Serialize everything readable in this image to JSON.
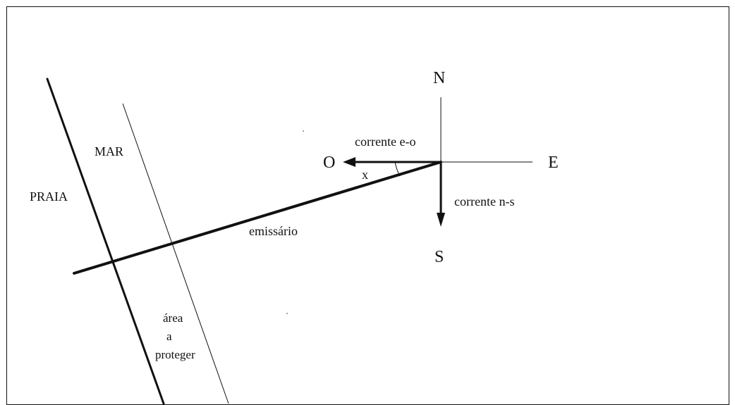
{
  "labels": {
    "north": "N",
    "south": "S",
    "east": "E",
    "west": "O",
    "current_east_west": "corrente e-o",
    "current_north_south": "corrente n-s",
    "angle": "x",
    "sea": "MAR",
    "beach": "PRAIA",
    "outfall": "emissário",
    "protected_area_line1": "área",
    "protected_area_line2": "a",
    "protected_area_line3": "proteger"
  }
}
